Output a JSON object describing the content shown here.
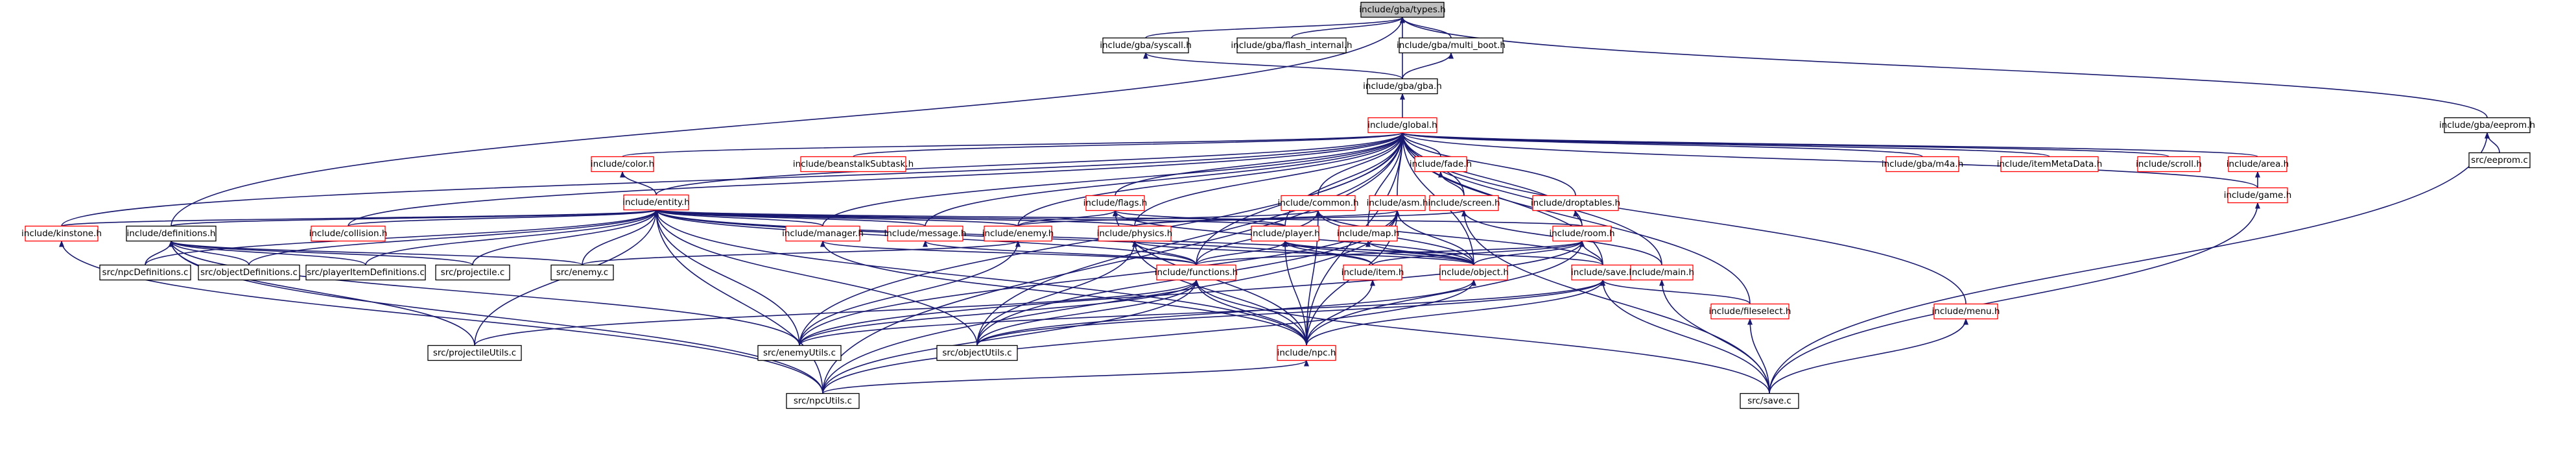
{
  "colors": {
    "edge": "#191970",
    "node_border_black": "#000000",
    "node_border_red": "#ff0000",
    "root_fill": "#bfbfbf",
    "node_fill": "#ffffff",
    "text": "#000000"
  },
  "nodes": [
    {
      "id": "types",
      "label": "include/gba/types.h",
      "border": "black",
      "fill": "root"
    },
    {
      "id": "syscall",
      "label": "include/gba/syscall.h",
      "border": "black"
    },
    {
      "id": "flash",
      "label": "include/gba/flash_internal.h",
      "border": "black"
    },
    {
      "id": "multiboot",
      "label": "include/gba/multi_boot.h",
      "border": "black"
    },
    {
      "id": "gba",
      "label": "include/gba/gba.h",
      "border": "black"
    },
    {
      "id": "global",
      "label": "include/global.h",
      "border": "red"
    },
    {
      "id": "eepromh",
      "label": "include/gba/eeprom.h",
      "border": "black"
    },
    {
      "id": "eepromc",
      "label": "src/eeprom.c",
      "border": "black"
    },
    {
      "id": "color",
      "label": "include/color.h",
      "border": "red"
    },
    {
      "id": "beanstalk",
      "label": "include/beanstalkSubtask.h",
      "border": "red"
    },
    {
      "id": "fade",
      "label": "include/fade.h",
      "border": "red"
    },
    {
      "id": "m4a",
      "label": "include/gba/m4a.h",
      "border": "red"
    },
    {
      "id": "itemmeta",
      "label": "include/itemMetaData.h",
      "border": "red"
    },
    {
      "id": "scroll",
      "label": "include/scroll.h",
      "border": "red"
    },
    {
      "id": "area",
      "label": "include/area.h",
      "border": "red"
    },
    {
      "id": "game",
      "label": "include/game.h",
      "border": "red"
    },
    {
      "id": "entity",
      "label": "include/entity.h",
      "border": "red"
    },
    {
      "id": "flags",
      "label": "include/flags.h",
      "border": "red"
    },
    {
      "id": "common",
      "label": "include/common.h",
      "border": "red"
    },
    {
      "id": "asm",
      "label": "include/asm.h",
      "border": "red"
    },
    {
      "id": "screen",
      "label": "include/screen.h",
      "border": "red"
    },
    {
      "id": "droptables",
      "label": "include/droptables.h",
      "border": "red"
    },
    {
      "id": "kinstone",
      "label": "include/kinstone.h",
      "border": "red"
    },
    {
      "id": "definitions",
      "label": "include/definitions.h",
      "border": "black"
    },
    {
      "id": "collision",
      "label": "include/collision.h",
      "border": "red"
    },
    {
      "id": "manager",
      "label": "include/manager.h",
      "border": "red"
    },
    {
      "id": "message",
      "label": "include/message.h",
      "border": "red"
    },
    {
      "id": "enemyh",
      "label": "include/enemy.h",
      "border": "red"
    },
    {
      "id": "physics",
      "label": "include/physics.h",
      "border": "red"
    },
    {
      "id": "player",
      "label": "include/player.h",
      "border": "red"
    },
    {
      "id": "map",
      "label": "include/map.h",
      "border": "red"
    },
    {
      "id": "room",
      "label": "include/room.h",
      "border": "red"
    },
    {
      "id": "npcdefs",
      "label": "src/npcDefinitions.c",
      "border": "black"
    },
    {
      "id": "objdefs",
      "label": "src/objectDefinitions.c",
      "border": "black"
    },
    {
      "id": "pidefs",
      "label": "src/playerItemDefinitions.c",
      "border": "black"
    },
    {
      "id": "projectile",
      "label": "src/projectile.c",
      "border": "black"
    },
    {
      "id": "enemyc",
      "label": "src/enemy.c",
      "border": "black"
    },
    {
      "id": "functions",
      "label": "include/functions.h",
      "border": "red"
    },
    {
      "id": "item",
      "label": "include/item.h",
      "border": "red"
    },
    {
      "id": "objecth",
      "label": "include/object.h",
      "border": "red"
    },
    {
      "id": "save",
      "label": "include/save.h",
      "border": "red"
    },
    {
      "id": "mainh",
      "label": "include/main.h",
      "border": "red"
    },
    {
      "id": "fileselect",
      "label": "include/fileselect.h",
      "border": "red"
    },
    {
      "id": "menu",
      "label": "include/menu.h",
      "border": "red"
    },
    {
      "id": "projutils",
      "label": "src/projectileUtils.c",
      "border": "black"
    },
    {
      "id": "enemyutils",
      "label": "src/enemyUtils.c",
      "border": "black"
    },
    {
      "id": "objutils",
      "label": "src/objectUtils.c",
      "border": "black"
    },
    {
      "id": "npch",
      "label": "include/npc.h",
      "border": "red"
    },
    {
      "id": "npcutils",
      "label": "src/npcUtils.c",
      "border": "black"
    },
    {
      "id": "savec",
      "label": "src/save.c",
      "border": "black"
    }
  ],
  "edges": [
    [
      "syscall",
      "types"
    ],
    [
      "flash",
      "types"
    ],
    [
      "multiboot",
      "types"
    ],
    [
      "gba",
      "types"
    ],
    [
      "eepromh",
      "types"
    ],
    [
      "definitions",
      "types"
    ],
    [
      "gba",
      "syscall"
    ],
    [
      "gba",
      "multiboot"
    ],
    [
      "global",
      "gba"
    ],
    [
      "eepromc",
      "eepromh"
    ],
    [
      "savec",
      "eepromh"
    ],
    [
      "color",
      "global"
    ],
    [
      "beanstalk",
      "global"
    ],
    [
      "fade",
      "global"
    ],
    [
      "m4a",
      "global"
    ],
    [
      "itemmeta",
      "global"
    ],
    [
      "scroll",
      "global"
    ],
    [
      "area",
      "global"
    ],
    [
      "game",
      "global"
    ],
    [
      "entity",
      "global"
    ],
    [
      "flags",
      "global"
    ],
    [
      "common",
      "global"
    ],
    [
      "asm",
      "global"
    ],
    [
      "screen",
      "global"
    ],
    [
      "droptables",
      "global"
    ],
    [
      "kinstone",
      "global"
    ],
    [
      "collision",
      "global"
    ],
    [
      "manager",
      "global"
    ],
    [
      "message",
      "global"
    ],
    [
      "enemyh",
      "global"
    ],
    [
      "physics",
      "global"
    ],
    [
      "player",
      "global"
    ],
    [
      "map",
      "global"
    ],
    [
      "room",
      "global"
    ],
    [
      "functions",
      "global"
    ],
    [
      "objecth",
      "global"
    ],
    [
      "save",
      "global"
    ],
    [
      "mainh",
      "global"
    ],
    [
      "fileselect",
      "global"
    ],
    [
      "menu",
      "global"
    ],
    [
      "npch",
      "global"
    ],
    [
      "npcutils",
      "global"
    ],
    [
      "objutils",
      "global"
    ],
    [
      "enemyutils",
      "global"
    ],
    [
      "entity",
      "color"
    ],
    [
      "screen",
      "fade"
    ],
    [
      "game",
      "area"
    ],
    [
      "savec",
      "game"
    ],
    [
      "kinstone",
      "entity"
    ],
    [
      "definitions",
      "entity"
    ],
    [
      "collision",
      "entity"
    ],
    [
      "manager",
      "entity"
    ],
    [
      "message",
      "entity"
    ],
    [
      "enemyh",
      "entity"
    ],
    [
      "physics",
      "entity"
    ],
    [
      "player",
      "entity"
    ],
    [
      "room",
      "entity"
    ],
    [
      "functions",
      "entity"
    ],
    [
      "item",
      "entity"
    ],
    [
      "objecth",
      "entity"
    ],
    [
      "npch",
      "entity"
    ],
    [
      "npcdefs",
      "entity"
    ],
    [
      "objdefs",
      "entity"
    ],
    [
      "pidefs",
      "entity"
    ],
    [
      "projectile",
      "entity"
    ],
    [
      "enemyc",
      "entity"
    ],
    [
      "projutils",
      "entity"
    ],
    [
      "enemyutils",
      "entity"
    ],
    [
      "objutils",
      "entity"
    ],
    [
      "npcutils",
      "entity"
    ],
    [
      "enemyh",
      "flags"
    ],
    [
      "player",
      "flags"
    ],
    [
      "objecth",
      "flags"
    ],
    [
      "npch",
      "flags"
    ],
    [
      "enemyh",
      "common"
    ],
    [
      "functions",
      "common"
    ],
    [
      "objecth",
      "common"
    ],
    [
      "npch",
      "common"
    ],
    [
      "save",
      "common"
    ],
    [
      "physics",
      "asm"
    ],
    [
      "objecth",
      "asm"
    ],
    [
      "npch",
      "asm"
    ],
    [
      "enemyutils",
      "asm"
    ],
    [
      "objutils",
      "asm"
    ],
    [
      "npcutils",
      "asm"
    ],
    [
      "physics",
      "screen"
    ],
    [
      "mainh",
      "screen"
    ],
    [
      "savec",
      "screen"
    ],
    [
      "room",
      "droptables"
    ],
    [
      "npcdefs",
      "definitions"
    ],
    [
      "objdefs",
      "definitions"
    ],
    [
      "pidefs",
      "definitions"
    ],
    [
      "projectile",
      "definitions"
    ],
    [
      "enemyc",
      "definitions"
    ],
    [
      "projutils",
      "definitions"
    ],
    [
      "enemyutils",
      "definitions"
    ],
    [
      "npcutils",
      "definitions"
    ],
    [
      "npcutils",
      "kinstone"
    ],
    [
      "functions",
      "manager"
    ],
    [
      "npch",
      "manager"
    ],
    [
      "functions",
      "message"
    ],
    [
      "enemyc",
      "enemyh"
    ],
    [
      "enemyutils",
      "enemyh"
    ],
    [
      "functions",
      "physics"
    ],
    [
      "objecth",
      "physics"
    ],
    [
      "npch",
      "physics"
    ],
    [
      "objutils",
      "physics"
    ],
    [
      "functions",
      "player"
    ],
    [
      "item",
      "player"
    ],
    [
      "objecth",
      "player"
    ],
    [
      "save",
      "player"
    ],
    [
      "npch",
      "player"
    ],
    [
      "objecth",
      "map"
    ],
    [
      "functions",
      "room"
    ],
    [
      "item",
      "room"
    ],
    [
      "objecth",
      "room"
    ],
    [
      "save",
      "room"
    ],
    [
      "npch",
      "room"
    ],
    [
      "enemyutils",
      "room"
    ],
    [
      "projutils",
      "functions"
    ],
    [
      "enemyutils",
      "functions"
    ],
    [
      "objutils",
      "functions"
    ],
    [
      "npch",
      "functions"
    ],
    [
      "npcutils",
      "functions"
    ],
    [
      "savec",
      "functions"
    ],
    [
      "npch",
      "item"
    ],
    [
      "objutils",
      "objecth"
    ],
    [
      "npcutils",
      "objecth"
    ],
    [
      "fileselect",
      "save"
    ],
    [
      "savec",
      "save"
    ],
    [
      "npch",
      "save"
    ],
    [
      "enemyutils",
      "save"
    ],
    [
      "objutils",
      "save"
    ],
    [
      "savec",
      "mainh"
    ],
    [
      "savec",
      "fileselect"
    ],
    [
      "savec",
      "menu"
    ],
    [
      "npcutils",
      "npch"
    ]
  ]
}
